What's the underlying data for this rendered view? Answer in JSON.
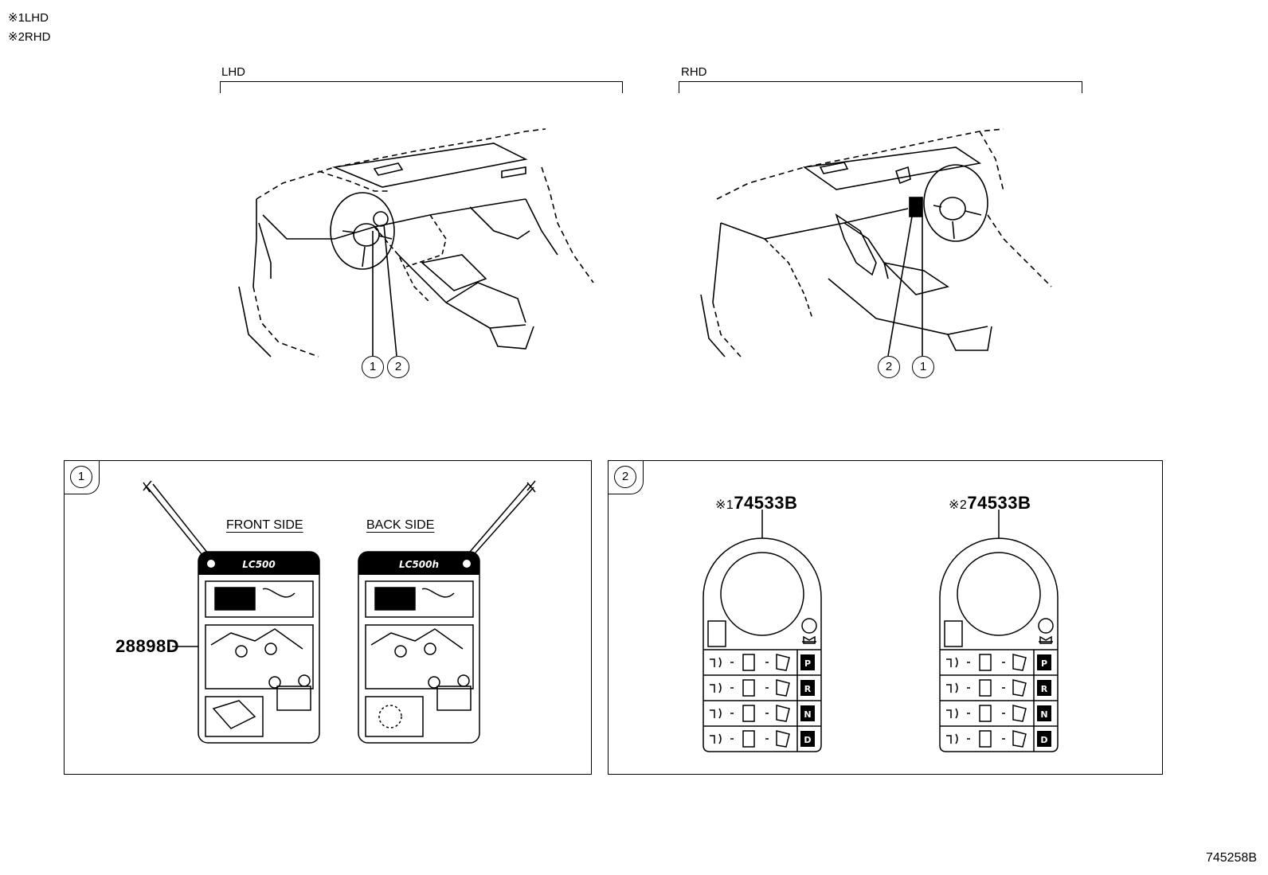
{
  "notes": [
    {
      "mark": "※1",
      "label": "LHD"
    },
    {
      "mark": "※2",
      "label": "RHD"
    }
  ],
  "views": {
    "lhd": {
      "label": "LHD",
      "callouts": [
        "1",
        "2"
      ]
    },
    "rhd": {
      "label": "RHD",
      "callouts": [
        "2",
        "1"
      ]
    }
  },
  "panel1": {
    "callout": "1",
    "front_label": "FRONT SIDE",
    "back_label": "BACK SIDE",
    "part_number": "28898D",
    "front_tag_title": "LC500",
    "back_tag_title": "LC500h"
  },
  "panel2": {
    "callout": "2",
    "tags": [
      {
        "mark": "※1",
        "part_number": "74533B",
        "gears": [
          "P",
          "R",
          "N",
          "D"
        ]
      },
      {
        "mark": "※2",
        "part_number": "74533B",
        "gears": [
          "P",
          "R",
          "N",
          "D"
        ]
      }
    ]
  },
  "diagram_id": "745258B"
}
